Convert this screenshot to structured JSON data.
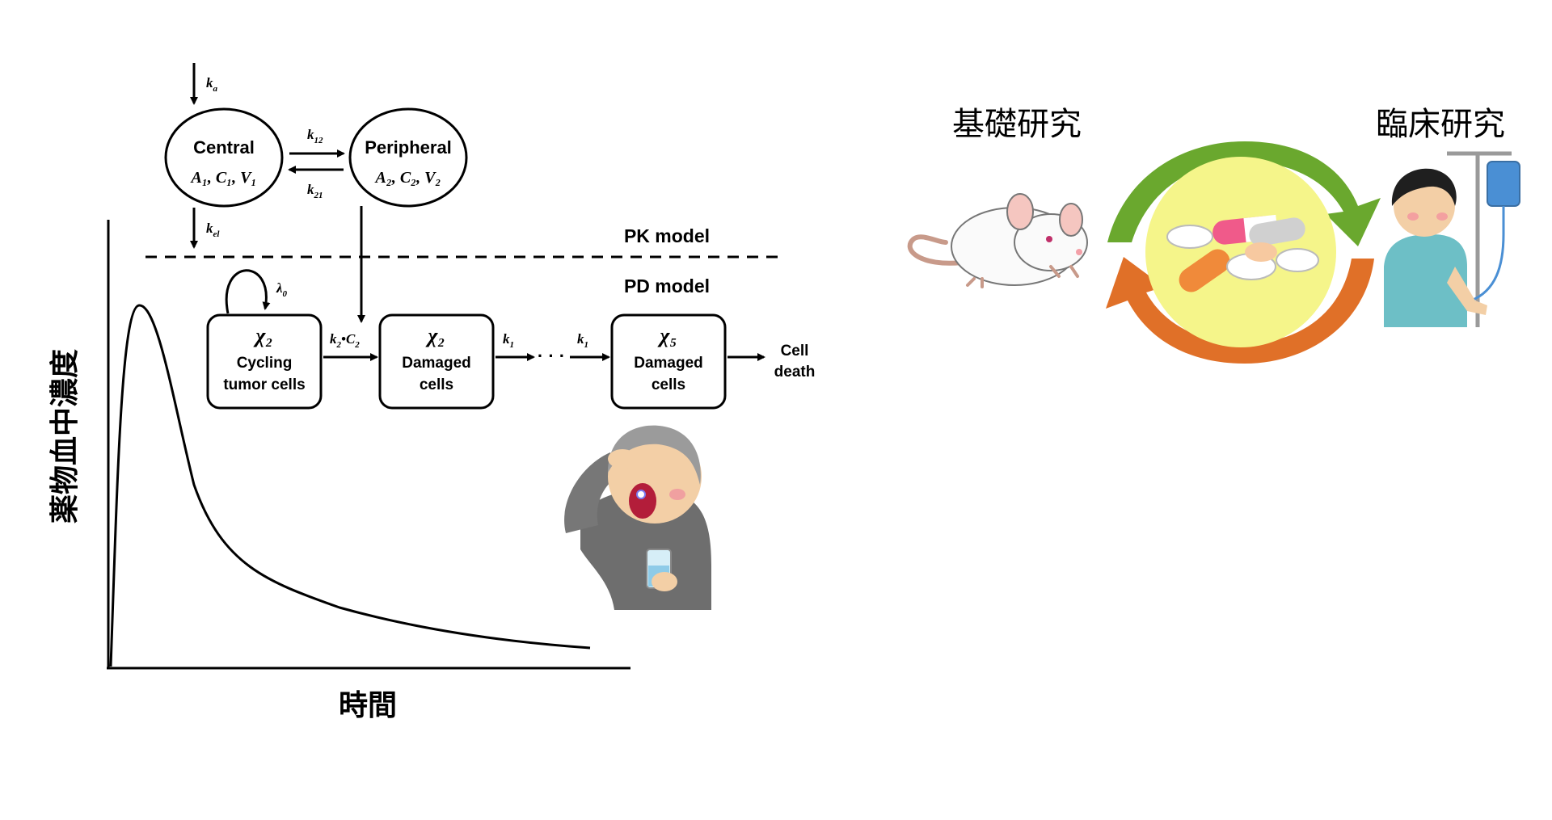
{
  "pkpd": {
    "compartments": {
      "central": {
        "name": "Central",
        "params": "A₁, C₁, V₁"
      },
      "peripheral": {
        "name": "Peripheral",
        "params": "A₂, C₂, V₂"
      }
    },
    "rates": {
      "ka": "k",
      "ka_sub": "a",
      "k12": "k",
      "k12_sub": "12",
      "k21": "k",
      "k21_sub": "21",
      "kel": "k",
      "kel_sub": "el",
      "k2c2": "k",
      "k2c2_sub": "2",
      "k2c2_rest": "•C",
      "k2c2_rest_sub": "2",
      "k1a": "k",
      "k1a_sub": "1",
      "k1b": "k",
      "k1b_sub": "1",
      "lambda": "λ",
      "lambda_sub": "0"
    },
    "pk_label": "PK model",
    "pd_label": "PD model",
    "pd_boxes": [
      {
        "symbol": "χ₂",
        "line1": "Cycling",
        "line2": "tumor cells"
      },
      {
        "symbol": "χ₂",
        "line1": "Damaged",
        "line2": "cells"
      },
      {
        "symbol": "χ₅",
        "line1": "Damaged",
        "line2": "cells"
      }
    ],
    "ellipsis": "· · ·",
    "cell_death_1": "Cell",
    "cell_death_2": "death"
  },
  "curve": {
    "y_axis_label": "薬物血中濃度",
    "x_axis_label": "時間"
  },
  "research": {
    "basic_label": "基礎研究",
    "clinical_label": "臨床研究"
  },
  "colors": {
    "green_dark": "#4e8a2c",
    "green_light": "#8cc63f",
    "orange_dark": "#c4561a",
    "orange_light": "#f08a3a",
    "circle_fill": "#f5f58a",
    "patient_shirt": "#6dbfc6",
    "iv_bag": "#4a8fd4",
    "old_man_shirt": "#6e6e6e"
  }
}
